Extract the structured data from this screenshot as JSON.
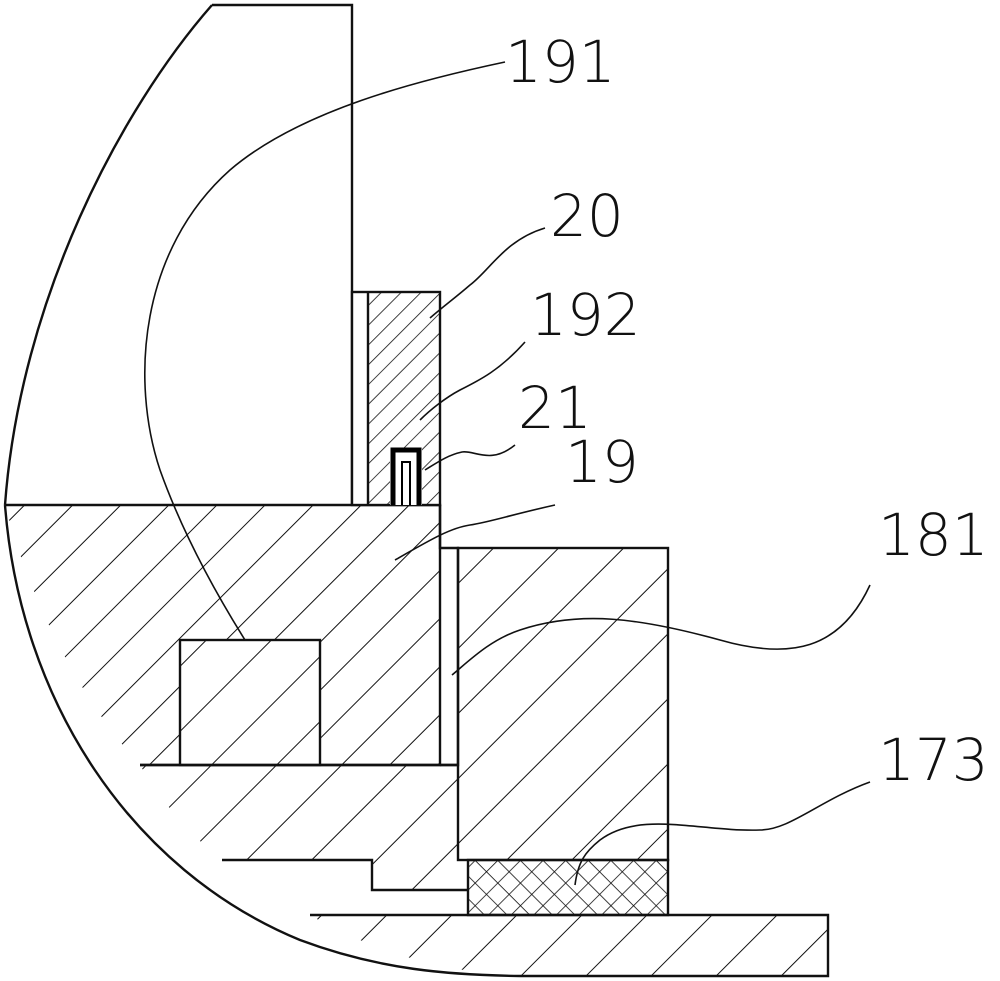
{
  "labels": {
    "l191": "191",
    "l20": "20",
    "l192": "192",
    "l21": "21",
    "l19": "19",
    "l181": "181",
    "l173": "173"
  }
}
